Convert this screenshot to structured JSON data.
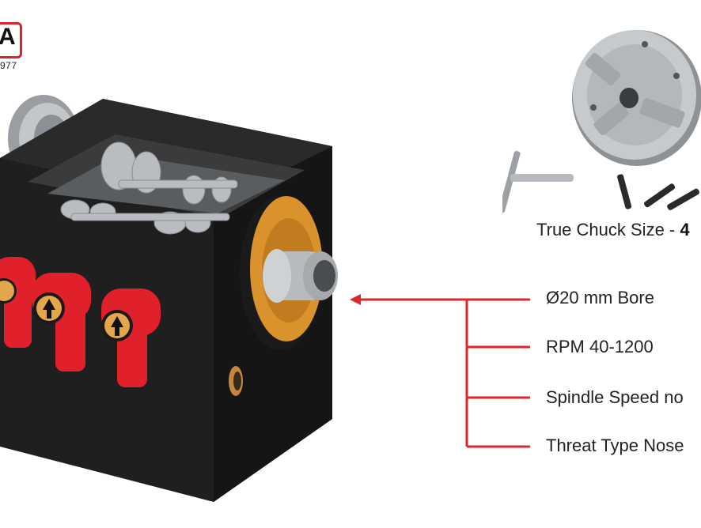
{
  "brand": {
    "logo_letter": "A",
    "logo_year": "977",
    "accent_color": "#d8262b"
  },
  "chuck": {
    "label_prefix": "True Chuck Size - ",
    "label_value": "4"
  },
  "specs": [
    {
      "text": "Ø20 mm Bore"
    },
    {
      "text": "RPM 40-1200"
    },
    {
      "text": "Spindle Speed no"
    },
    {
      "text": "Threat Type Nose"
    }
  ],
  "product": {
    "icon": "lathe-headstock-gearbox-image"
  },
  "colors": {
    "housing": "#1c1c1c",
    "lever": "#e0202a",
    "flange": "#d9922c",
    "callout_line": "#e0262b"
  }
}
